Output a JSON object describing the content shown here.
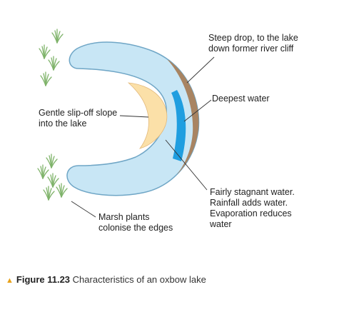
{
  "labels": {
    "steep_line1": "Steep drop, to the lake",
    "steep_line2": "down former river cliff",
    "deepest": "Deepest water",
    "gentle_line1": "Gentle slip-off slope",
    "gentle_line2": "into the lake",
    "stagnant_line1": "Fairly stagnant water.",
    "stagnant_line2": "Rainfall adds water.",
    "stagnant_line3": "Evaporation reduces",
    "stagnant_line4": "water",
    "marsh_line1": "Marsh plants",
    "marsh_line2": "colonise the edges"
  },
  "caption": {
    "figure": "Figure 11.23",
    "text": "Characteristics of an oxbow lake"
  },
  "colors": {
    "lake_water": "#c8e6f5",
    "deep_water": "#1f9ee0",
    "cliff": "#a88462",
    "slip_off_slope": "#fbe0a8",
    "marsh_plants": "#7fb36a",
    "caption_marker": "#e8a21a"
  }
}
